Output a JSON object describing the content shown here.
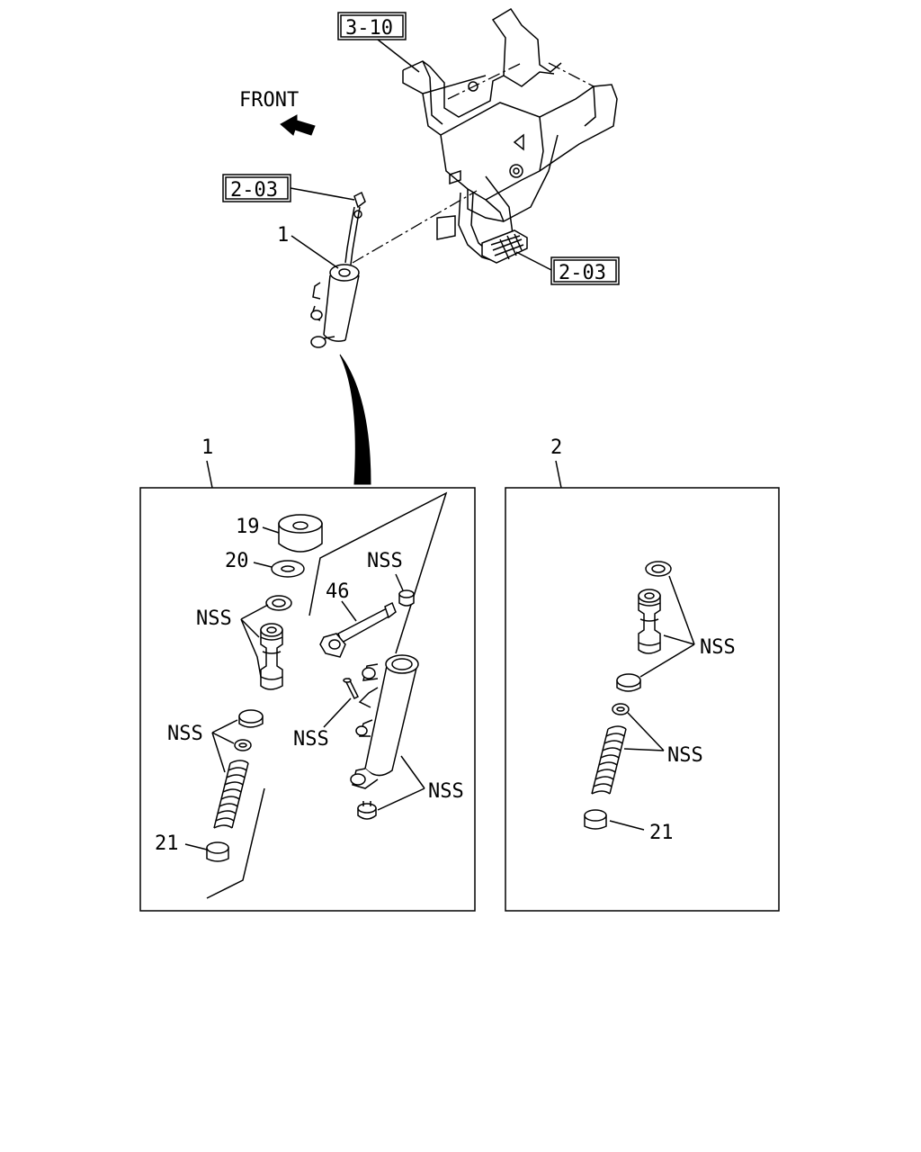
{
  "direction_label": "FRONT",
  "refs": {
    "bracket_ref": "3-10",
    "pipe_ref": "2-03",
    "pedal_ref": "2-03"
  },
  "main_callout": "1",
  "panel_left": {
    "title": "1",
    "labels": {
      "p19": "19",
      "p20": "20",
      "p46": "46",
      "nss_top": "NSS",
      "nss_piston": "NSS",
      "nss_spring": "NSS",
      "nss_pin": "NSS",
      "nss_body": "NSS",
      "p21": "21"
    }
  },
  "panel_right": {
    "title": "2",
    "labels": {
      "nss_piston": "NSS",
      "nss_spring": "NSS",
      "p21": "21"
    }
  },
  "icons": {
    "front_arrow": "front-arrow-icon"
  }
}
